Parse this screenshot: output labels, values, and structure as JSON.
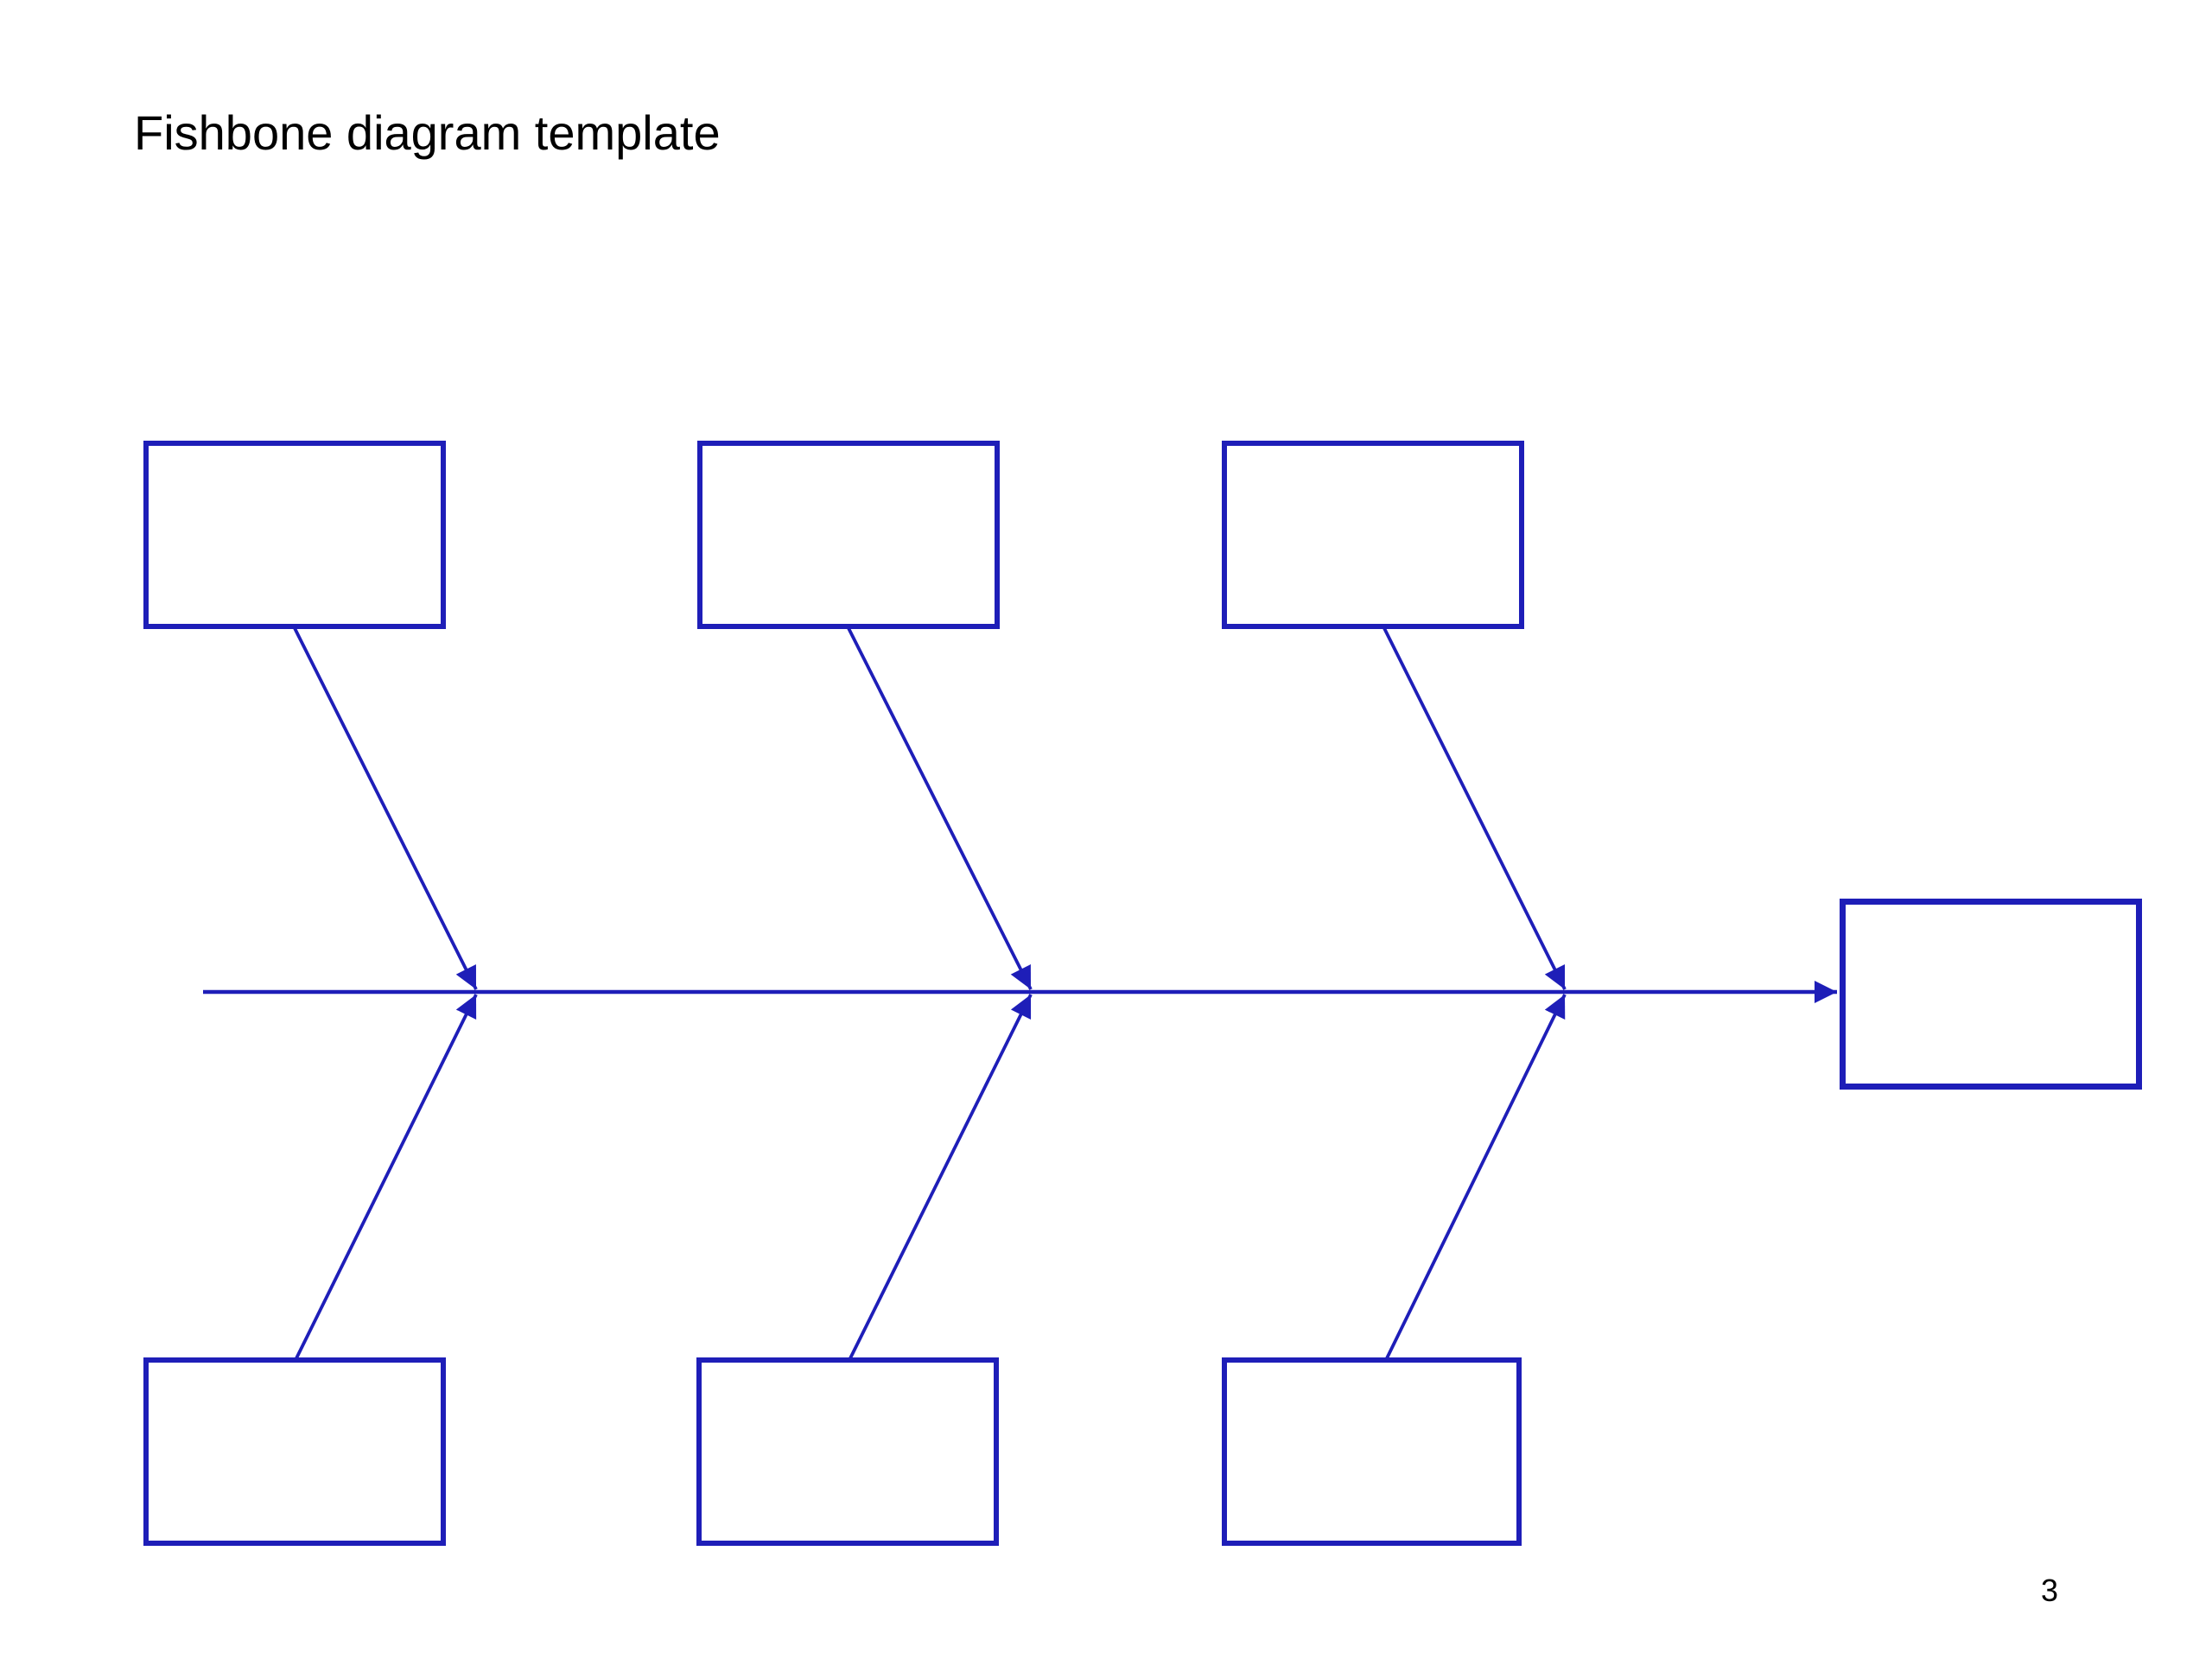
{
  "slide": {
    "title": "Fishbone diagram template",
    "page_number": "3"
  },
  "colors": {
    "diagram_blue": "#1E1EB8",
    "text_black": "#000000",
    "background": "#FFFFFF"
  },
  "diagram": {
    "type": "fishbone",
    "spine_direction": "left-to-right",
    "effect_box": {
      "label": ""
    },
    "cause_boxes": [
      {
        "position": "top-1",
        "label": ""
      },
      {
        "position": "top-2",
        "label": ""
      },
      {
        "position": "top-3",
        "label": ""
      },
      {
        "position": "bottom-1",
        "label": ""
      },
      {
        "position": "bottom-2",
        "label": ""
      },
      {
        "position": "bottom-3",
        "label": ""
      }
    ],
    "branch_count": 6
  }
}
